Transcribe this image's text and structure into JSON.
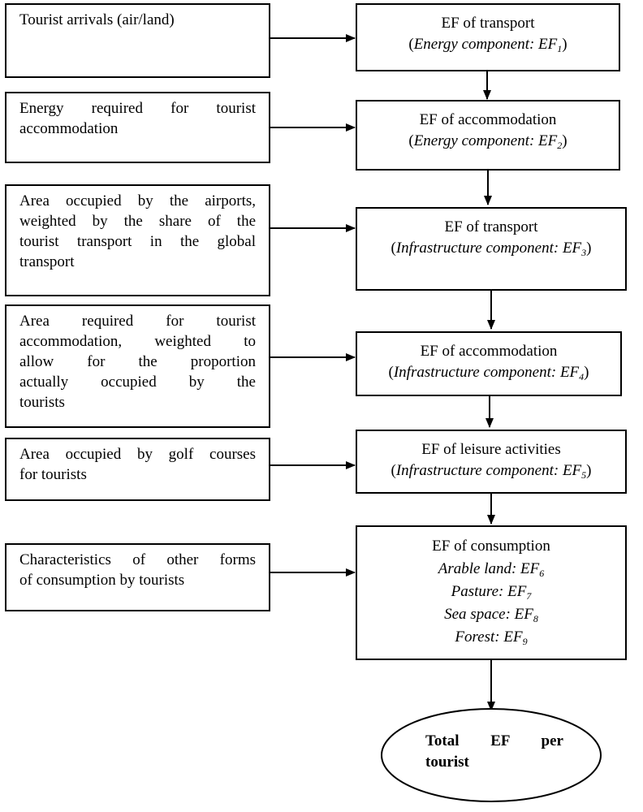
{
  "inputs": [
    {
      "lines": [
        "Tourist arrivals (air/land)"
      ]
    },
    {
      "lines": [
        "Energy required for tourist",
        "accommodation"
      ]
    },
    {
      "lines": [
        "Area occupied by the airports,",
        "weighted by the share of the",
        "tourist transport in the global",
        "transport"
      ]
    },
    {
      "lines": [
        "Area required for tourist",
        "accommodation, weighted to",
        "allow for the proportion",
        "actually occupied by the",
        "tourists"
      ]
    },
    {
      "lines": [
        "Area occupied by golf courses",
        "for tourists"
      ]
    },
    {
      "lines": [
        "Characteristics of other forms",
        "of consumption by tourists"
      ]
    }
  ],
  "components": [
    {
      "title": "EF of transport",
      "subtitle": "Energy component: EF",
      "sub_index": "1"
    },
    {
      "title": "EF of accommodation",
      "subtitle": "Energy component: EF",
      "sub_index": "2"
    },
    {
      "title": "EF of transport",
      "subtitle": "Infrastructure component: EF",
      "sub_index": "3"
    },
    {
      "title": "EF of accommodation",
      "subtitle": "Infrastructure component: EF",
      "sub_index": "4"
    },
    {
      "title": "EF of leisure activities",
      "subtitle": "Infrastructure component: EF",
      "sub_index": "5"
    }
  ],
  "consumption": {
    "title": "EF of consumption",
    "items": [
      {
        "label": "Arable land: EF",
        "sub_index": "6"
      },
      {
        "label": "Pasture: EF",
        "sub_index": "7"
      },
      {
        "label": "Sea space: EF",
        "sub_index": "8"
      },
      {
        "label": "Forest: EF",
        "sub_index": "9"
      }
    ]
  },
  "result": {
    "lines": [
      "Total EF per",
      "tourist"
    ]
  }
}
